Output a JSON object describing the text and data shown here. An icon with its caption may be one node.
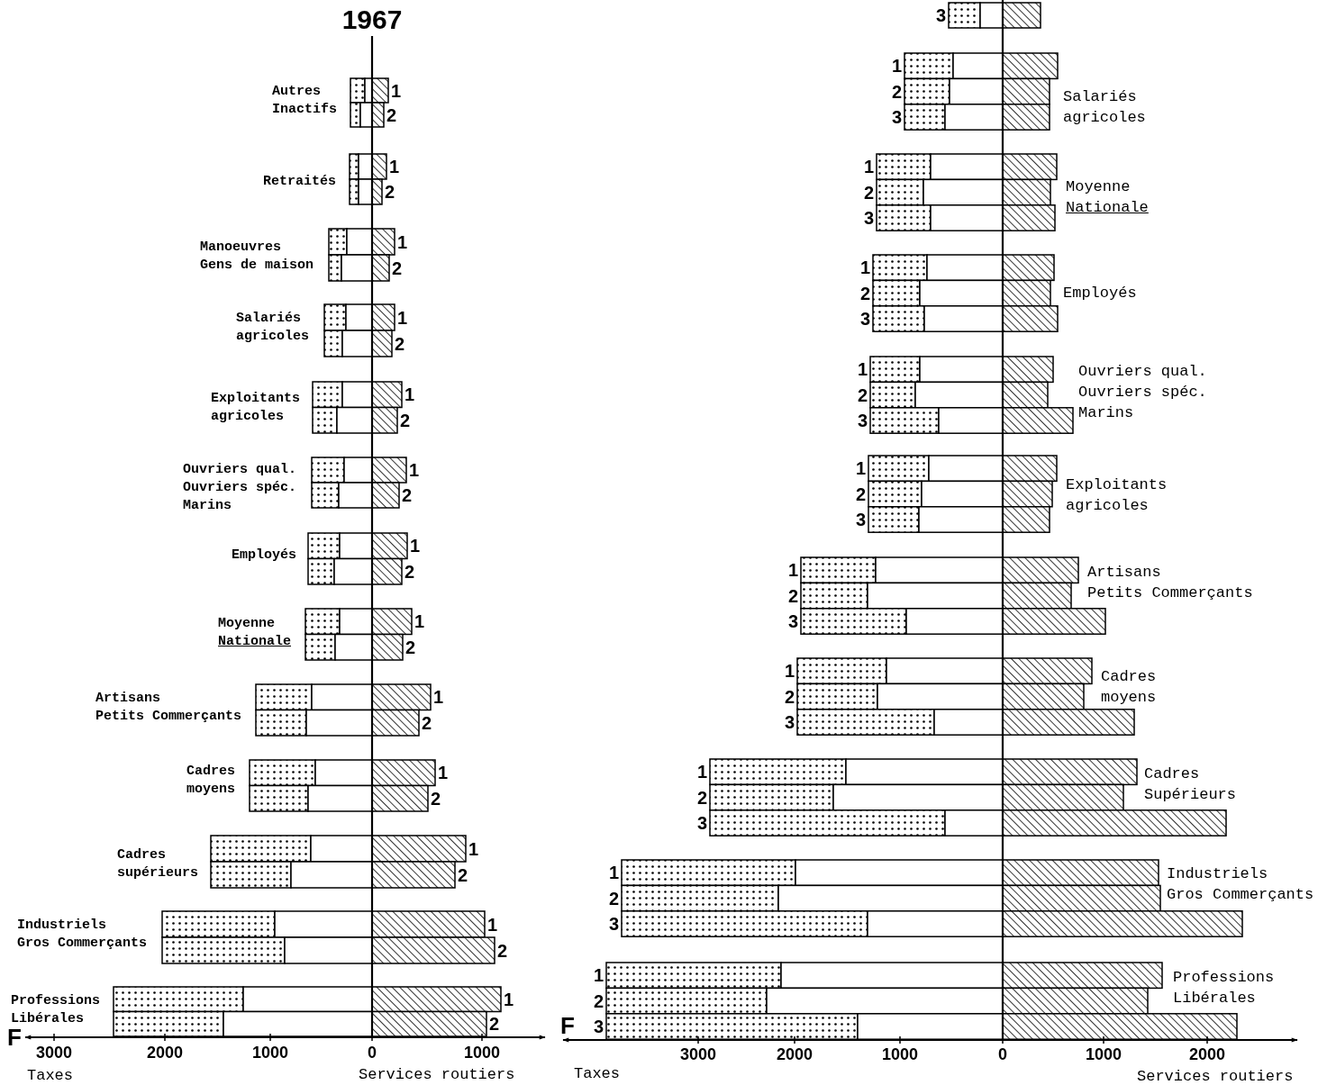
{
  "diagram": {
    "labels": [
      "1967",
      "Autres Inactifs",
      "1",
      "2",
      "Retraités",
      "1",
      "2",
      "Manoeuvres Gens de maison",
      "1",
      "2",
      "Salariés agricoles",
      "1",
      "2",
      "Exploitants agricoles",
      "1",
      "2",
      "Ouvriers qual. Ouvriers spéc. Marins",
      "1",
      "2",
      "Employés",
      "1",
      "2",
      "Moyenne Nationale",
      "1",
      "2",
      "Artisans Petits Commerçants",
      "1",
      "2",
      "Cadres moyens",
      "1",
      "2",
      "Cadres supérieurs",
      "1",
      "2",
      "Industriels Gros Commerçants",
      "1",
      "2",
      "Professions Libérales",
      "1",
      "2",
      "F",
      "3000",
      "2000",
      "1000",
      "0",
      "1000",
      "Taxes",
      "Services routiers",
      "3",
      "1",
      "2",
      "3",
      "Salariés agricoles",
      "1",
      "2",
      "3",
      "Moyenne Nationale",
      "1",
      "2",
      "3",
      "Employés",
      "1",
      "2",
      "3",
      "Ouvriers qual. Ouvriers spéc. Marins",
      "1",
      "2",
      "3",
      "Exploitants agricoles",
      "1",
      "2",
      "3",
      "Artisans Petits Commerçants",
      "1",
      "2",
      "3",
      "Cadres moyens",
      "1",
      "2",
      "3",
      "Cadres Supérieurs",
      "1",
      "2",
      "3",
      "Industriels Gros Commerçants",
      "1",
      "2",
      "3",
      "Professions Libérales",
      "F",
      "3000",
      "2000",
      "1000",
      "0",
      "1000",
      "2000",
      "Taxes",
      "Services routiers"
    ]
  }
}
